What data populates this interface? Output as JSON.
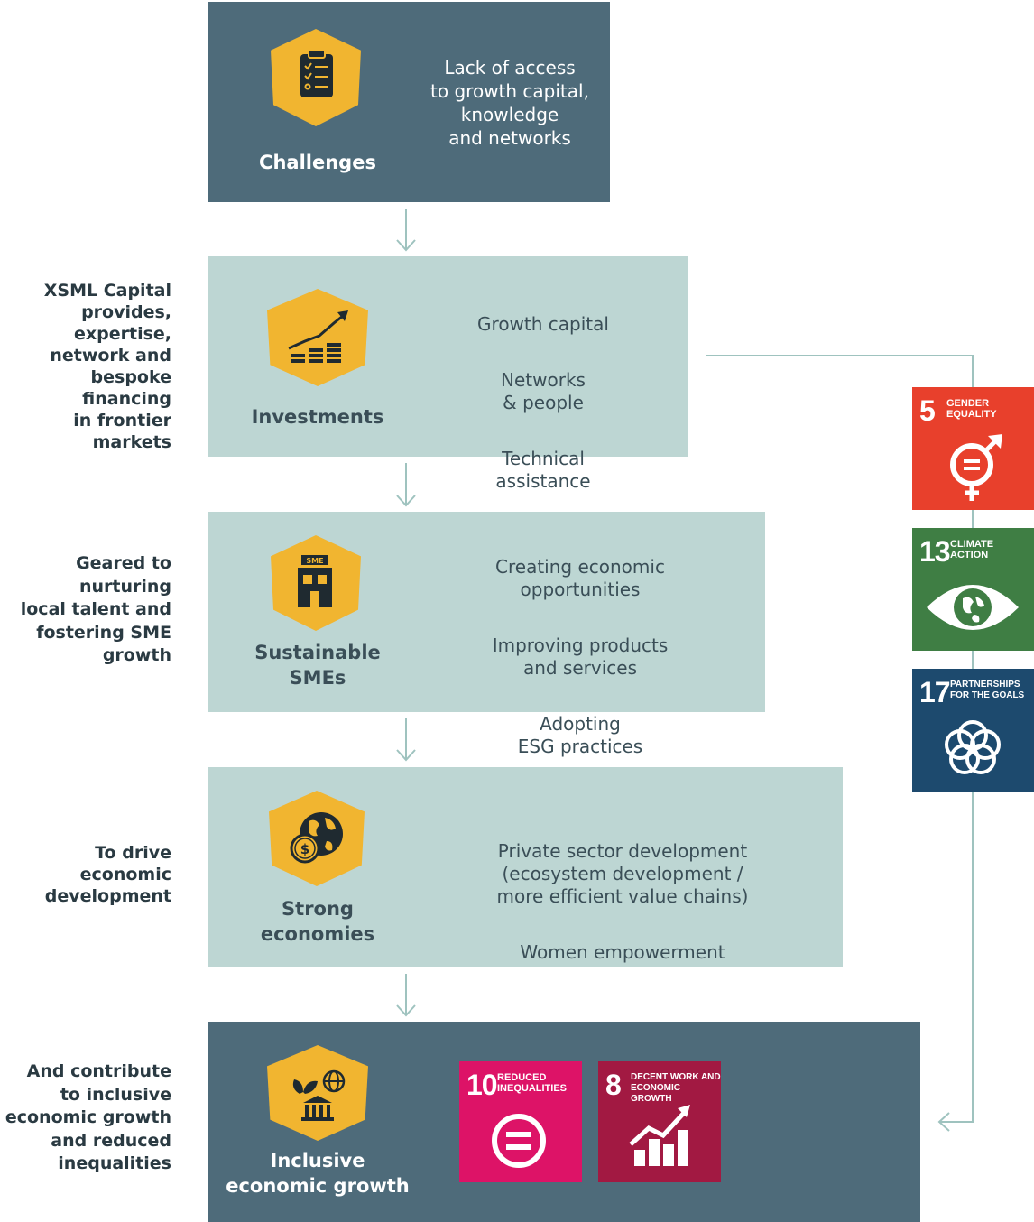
{
  "challenges": {
    "title": "Challenges",
    "lines": [
      "Lack of access",
      "to growth capital,",
      "knowledge",
      "and networks"
    ]
  },
  "investments": {
    "title": "Investments",
    "items": [
      "Growth capital",
      "Networks\n& people",
      "Technical\nassistance"
    ],
    "side_label": "XSML Capital\nprovides,\nexpertise,\nnetwork and\nbespoke financing\nin frontier\nmarkets"
  },
  "smes": {
    "title": "Sustainable\nSMEs",
    "icon_text": "SME",
    "items": [
      "Creating economic\nopportunities",
      "Improving products\nand services",
      "Adopting\nESG practices"
    ],
    "side_label": "Geared to\nnurturing\nlocal talent and\nfostering SME\ngrowth"
  },
  "economies": {
    "title": "Strong\neconomies",
    "items": [
      "Private sector development\n(ecosystem development /\nmore efficient value chains)",
      "Women empowerment"
    ],
    "side_label": "To drive economic\ndevelopment"
  },
  "inclusive": {
    "title": "Inclusive\neconomic growth",
    "side_label": "And contribute\nto inclusive\neconomic growth\nand reduced\ninequalities"
  },
  "sdgs": [
    {
      "number": "5",
      "label": "Gender\nEquality",
      "color": "#e8402c"
    },
    {
      "number": "13",
      "label": "Climate\nAction",
      "color": "#3f7e44"
    },
    {
      "number": "17",
      "label": "Partnerships\nfor the goals",
      "color": "#1d4a6e"
    },
    {
      "number": "10",
      "label": "Reduced\nInequalities",
      "color": "#dd1367"
    },
    {
      "number": "8",
      "label": "Decent work and\neconomic growth",
      "color": "#a21942"
    }
  ],
  "colors": {
    "dark_box": "#4e6b7a",
    "light_box": "#bdd6d3",
    "hexagon": "#f1b530",
    "arrow": "#9fc3bf"
  },
  "icons": [
    "clipboard-checklist-icon",
    "growth-chart-coins-icon",
    "sme-building-icon",
    "globe-coin-icon",
    "plant-bank-globe-icon"
  ]
}
